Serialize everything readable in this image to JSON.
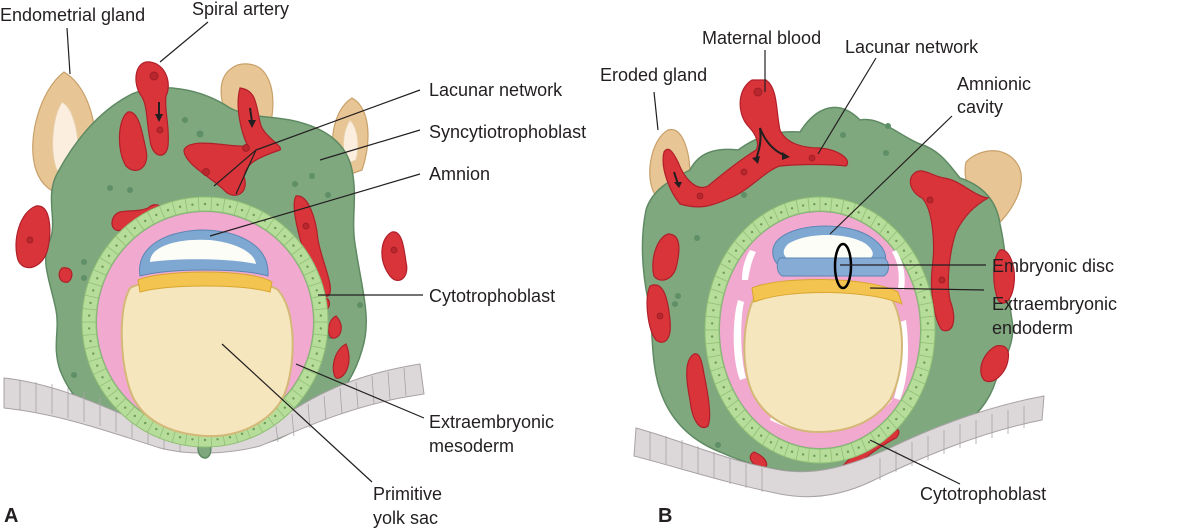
{
  "figure": {
    "panels": [
      {
        "id": "A",
        "panel_label": "A",
        "labels": {
          "endometrial_gland": "Endometrial gland",
          "spiral_artery": "Spiral artery",
          "lacunar_network": "Lacunar network",
          "syncytiotrophoblast": "Syncytiotrophoblast",
          "amnion": "Amnion",
          "cytotrophoblast": "Cytotrophoblast",
          "extraembryonic_mesoderm_line1": "Extraembryonic",
          "extraembryonic_mesoderm_line2": "mesoderm",
          "primitive_yolk_sac_line1": "Primitive",
          "primitive_yolk_sac_line2": "yolk sac"
        }
      },
      {
        "id": "B",
        "panel_label": "B",
        "labels": {
          "eroded_gland": "Eroded gland",
          "maternal_blood": "Maternal blood",
          "lacunar_network": "Lacunar network",
          "amnionic_cavity_line1": "Amnionic",
          "amnionic_cavity_line2": "cavity",
          "embryonic_disc": "Embryonic disc",
          "extraembryonic_endoderm_line1": "Extraembryonic",
          "extraembryonic_endoderm_line2": "endoderm",
          "cytotrophoblast": "Cytotrophoblast"
        }
      }
    ],
    "colors": {
      "syncytiotrophoblast": "#7fa87f",
      "maternal_blood": "#d8343a",
      "gland": "#e8c594",
      "cytotrophoblast": "#b7dd9a",
      "extraembryonic_mesoderm": "#f2a9cf",
      "yolk_sac": "#f5e6bd",
      "amnion": "#7ea7d1",
      "hypoblast": "#f3c44f",
      "uterine_epithelium": "#dcd7d8"
    }
  }
}
